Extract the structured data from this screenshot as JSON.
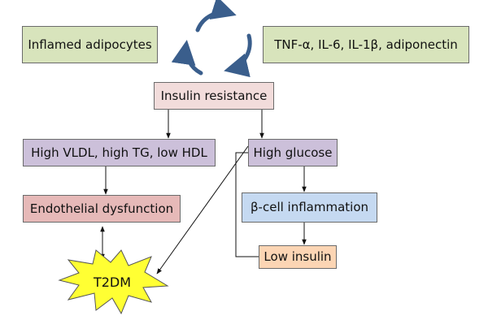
{
  "diagram": {
    "boxes": {
      "inflamed_adipocytes": "Inflamed adipocytes",
      "cytokines": "TNF-α, IL-6, IL-1β, adiponectin",
      "insulin_resistance": "Insulin resistance",
      "dyslipidemia": "High VLDL, high TG, low HDL",
      "high_glucose": "High glucose",
      "endothelial_dysfunction": "Endothelial dysfunction",
      "beta_cell_inflammation": "β-cell inflammation",
      "low_insulin": "Low insulin",
      "outcome": "T2DM"
    },
    "colors": {
      "green": "#d8e4bc",
      "pink": "#f2dcdb",
      "lavender": "#ccc0da",
      "rose": "#e6b9b8",
      "blue": "#c5d9f1",
      "peach": "#fcd5b4",
      "star": "#ffff33",
      "cycle_arrows": "#3a5e8c"
    }
  }
}
